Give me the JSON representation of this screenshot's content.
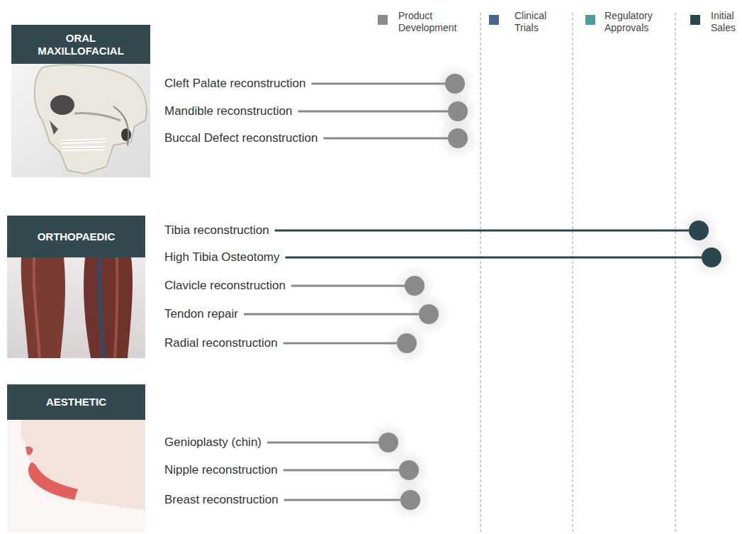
{
  "diagram": {
    "nodes": [
      {
        "text": [
          "ORAL MAXILLOFACIAL"
        ]
      },
      {
        "text": [
          "ORTHOPAEDIC"
        ]
      },
      {
        "text": [
          "AESTHETIC"
        ]
      }
    ],
    "labels": [
      "Cleft Palate reconstruction",
      "Mandible reconstruction",
      "Buccal Defect reconstruction",
      "Tibia reconstruction",
      "High Tibia Osteotomy",
      "Clavicle reconstruction",
      "Tendon repair",
      "Radial reconstruction",
      "Genioplasty (chin)",
      "Nipple reconstruction",
      "Breast reconstruction"
    ],
    "legend": [
      {
        "text": "Product Development",
        "color": "#8a8a8a"
      },
      {
        "text": "Clinical Trials",
        "color": "#4a6590"
      },
      {
        "text": "Regulatory Approvals",
        "color": "#4f9e9e"
      },
      {
        "text": "Initial Sales",
        "color": "#2c464d"
      }
    ]
  }
}
